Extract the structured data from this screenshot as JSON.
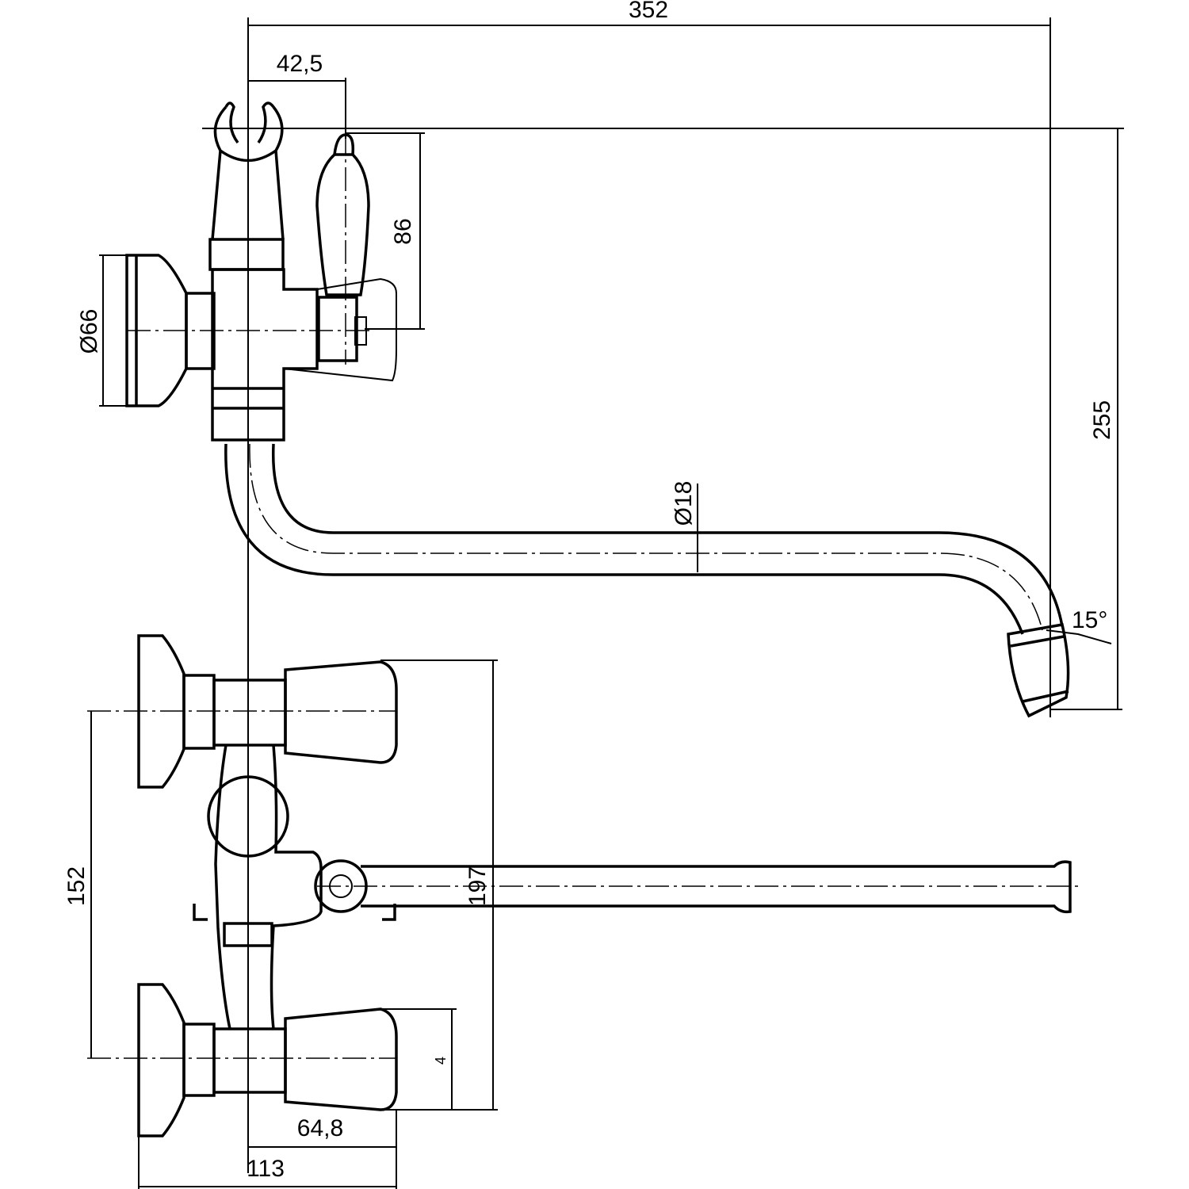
{
  "drawing": {
    "title": "Wall-mounted bath mixer with long swivel spout – dimensional drawing",
    "colors": {
      "line": "#000000",
      "background": "#ffffff"
    },
    "dimensions": {
      "overall_reach": "352",
      "hook_offset": "42,5",
      "handle_height": "86",
      "flange_diameter": "Ø66",
      "overall_height": "255",
      "spout_diameter": "Ø18",
      "spout_angle": "15°",
      "inlet_spacing": "152",
      "body_height": "197",
      "handle_mark": "4",
      "handle_projection": "64,8",
      "overall_depth": "113"
    }
  }
}
